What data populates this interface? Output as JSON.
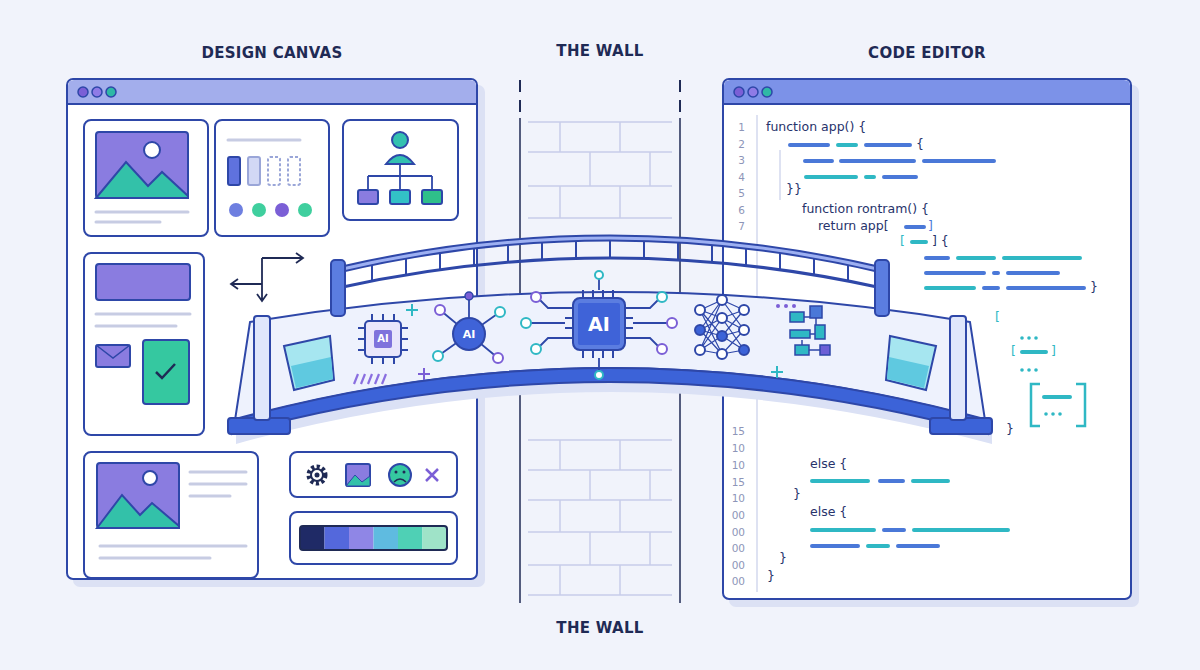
{
  "diagram": {
    "nodes": [
      {
        "text": [
          "DESIGN CANVAS"
        ]
      },
      {
        "text": [
          "THE WALL",
          "THE WALL"
        ]
      },
      {
        "text": [
          "CODE EDITOR"
        ]
      },
      {
        "text": [
          "AI"
        ]
      },
      {
        "text": [
          "AI"
        ]
      },
      {
        "text": [
          "AI"
        ]
      }
    ],
    "labels": [
      "1",
      "2",
      "3",
      "4",
      "5",
      "6",
      "7",
      "function app() {",
      "{",
      "}}",
      "function rontram() {",
      "return app[",
      "]",
      "[",
      "] {",
      "}",
      "[",
      "[",
      "]",
      "}",
      "15",
      "10",
      "10",
      "15",
      "10",
      "00",
      "00",
      "00",
      "00",
      "00",
      "else {",
      "}",
      "else {",
      "}",
      "}"
    ]
  }
}
